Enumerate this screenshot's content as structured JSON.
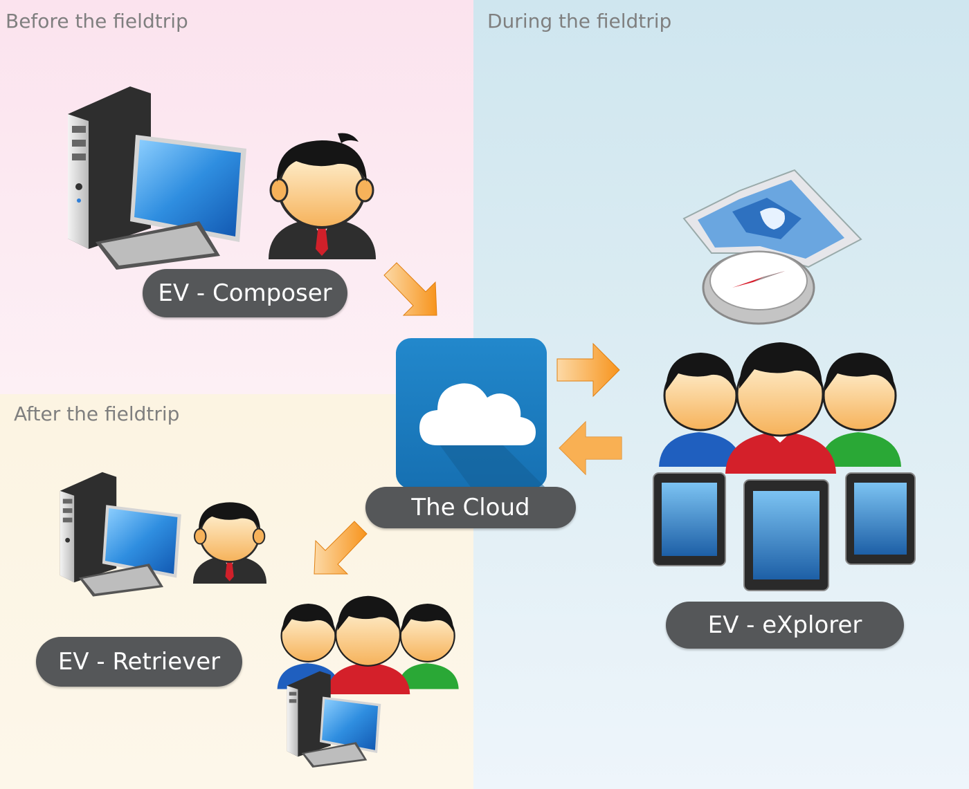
{
  "zones": {
    "before": "Before the fieldtrip",
    "during": "During the fieldtrip",
    "after": "After the fieldtrip"
  },
  "nodes": {
    "composer": "EV - Composer",
    "cloud": "The Cloud",
    "explorer": "EV - eXplorer",
    "retriever": "EV - Retriever"
  },
  "colors": {
    "arrow": "#f7941d",
    "pill": "#555759",
    "cloud_tile": "#1b7fc1"
  },
  "icons": {
    "workstation": "desktop-computer-icon",
    "person": "businessman-avatar-icon",
    "group": "people-group-icon",
    "tablet": "tablet-icon",
    "map": "map-compass-icon",
    "cloud": "cloud-icon"
  }
}
